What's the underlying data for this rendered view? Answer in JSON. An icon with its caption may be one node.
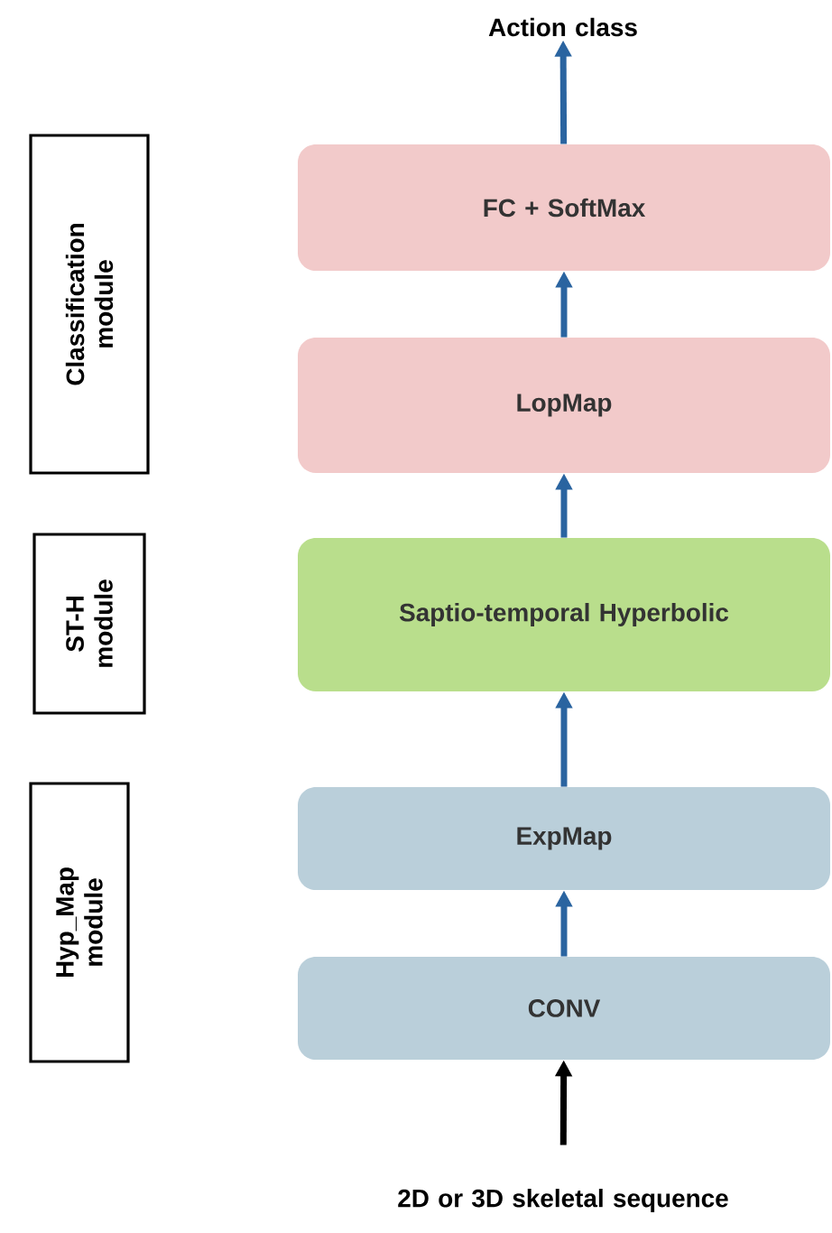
{
  "diagram": {
    "nodes": [
      {
        "text": [
          "Action class"
        ]
      },
      {
        "text": [
          "FC + SoftMax"
        ]
      },
      {
        "text": [
          "LopMap"
        ]
      },
      {
        "text": [
          "Saptio-temporal Hyperbolic"
        ]
      },
      {
        "text": [
          "ExpMap"
        ]
      },
      {
        "text": [
          "CONV"
        ]
      },
      {
        "text": [
          "2D or 3D skeletal sequence"
        ]
      },
      {
        "text": [
          "Classification module"
        ]
      },
      {
        "text": [
          "ST-H module"
        ]
      },
      {
        "text": [
          "Hyp_Map module"
        ]
      }
    ],
    "edges": [
      {
        "from": 1,
        "to": 0,
        "arrow": "to"
      },
      {
        "from": 2,
        "to": 1,
        "arrow": "to"
      },
      {
        "from": 3,
        "to": 2,
        "arrow": "to"
      },
      {
        "from": 4,
        "to": 3,
        "arrow": "to"
      },
      {
        "from": 5,
        "to": 4,
        "arrow": "to"
      },
      {
        "from": 6,
        "to": 5,
        "arrow": "to",
        "color": "#000000"
      }
    ]
  }
}
